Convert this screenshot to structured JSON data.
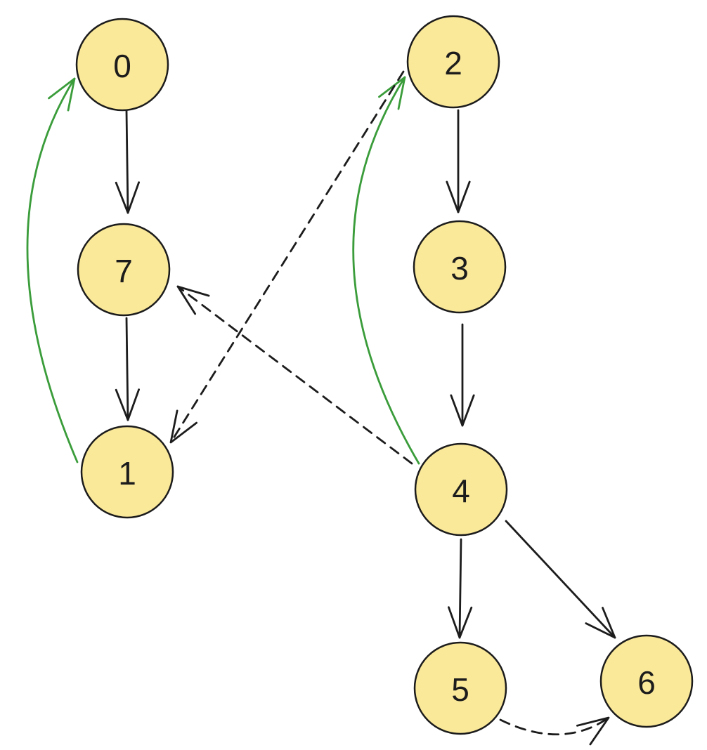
{
  "colors": {
    "node_fill": "#fbe99a",
    "node_stroke": "#1c1c1c",
    "edge_default": "#1c1c1c",
    "edge_green": "#3a9c3a"
  },
  "nodes": [
    {
      "id": "0",
      "label": "0"
    },
    {
      "id": "7",
      "label": "7"
    },
    {
      "id": "1",
      "label": "1"
    },
    {
      "id": "2",
      "label": "2"
    },
    {
      "id": "3",
      "label": "3"
    },
    {
      "id": "4",
      "label": "4"
    },
    {
      "id": "5",
      "label": "5"
    },
    {
      "id": "6",
      "label": "6"
    }
  ],
  "edges": [
    {
      "from": "0",
      "to": "7",
      "style": "solid",
      "color": "#1c1c1c"
    },
    {
      "from": "7",
      "to": "1",
      "style": "solid",
      "color": "#1c1c1c"
    },
    {
      "from": "1",
      "to": "0",
      "style": "solid",
      "color": "#3a9c3a"
    },
    {
      "from": "2",
      "to": "3",
      "style": "solid",
      "color": "#1c1c1c"
    },
    {
      "from": "3",
      "to": "4",
      "style": "solid",
      "color": "#1c1c1c"
    },
    {
      "from": "4",
      "to": "2",
      "style": "solid",
      "color": "#3a9c3a"
    },
    {
      "from": "2",
      "to": "1",
      "style": "dashed",
      "color": "#1c1c1c"
    },
    {
      "from": "4",
      "to": "7",
      "style": "dashed",
      "color": "#1c1c1c"
    },
    {
      "from": "4",
      "to": "5",
      "style": "solid",
      "color": "#1c1c1c"
    },
    {
      "from": "4",
      "to": "6",
      "style": "solid",
      "color": "#1c1c1c"
    },
    {
      "from": "5",
      "to": "6",
      "style": "dashed",
      "color": "#1c1c1c"
    }
  ]
}
